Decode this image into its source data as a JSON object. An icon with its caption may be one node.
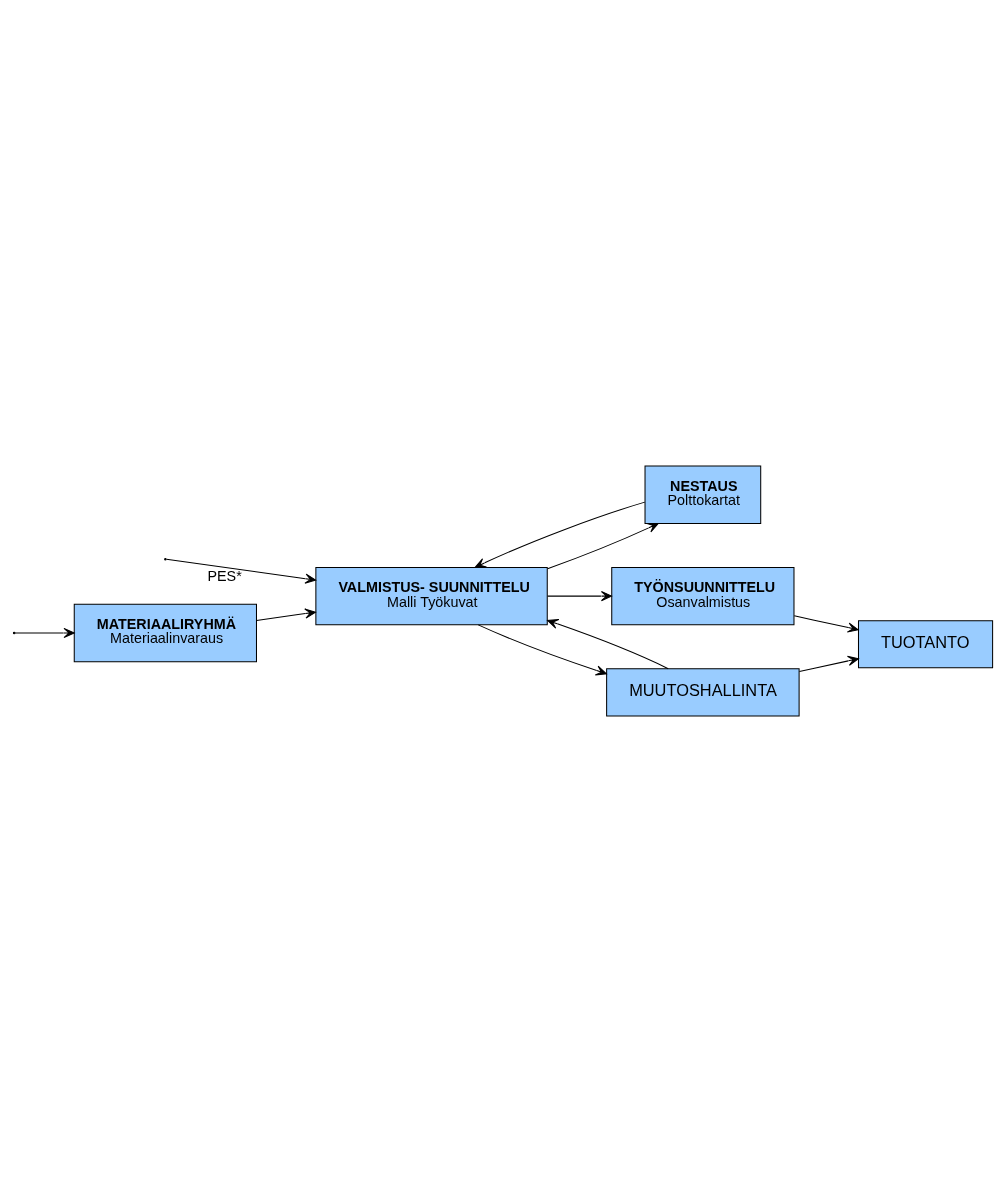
{
  "diagram": {
    "nodes": [
      {
        "text": [
          "MATERIAALIRYHMÄ",
          "Materiaalinvaraus"
        ]
      },
      {
        "text": [
          "NESTAUS",
          "Polttokartat"
        ]
      },
      {
        "text": [
          "VALMISTUS- SUUNNITTELU",
          "Malli Työkuvat"
        ]
      },
      {
        "text": [
          "TYÖNSUUNNITTELU",
          "Osanvalmistus"
        ]
      },
      {
        "text": [
          "TUOTANTO"
        ]
      },
      {
        "text": [
          "MUUTOSHALLINTA"
        ]
      }
    ],
    "edges": [
      {
        "from": null,
        "to": 0,
        "arrow": "to"
      },
      {
        "from": null,
        "to": 2,
        "arrow": "to",
        "label": "PES*"
      },
      {
        "from": 0,
        "to": 2,
        "arrow": "to"
      },
      {
        "from": 2,
        "to": 1,
        "arrow": "to"
      },
      {
        "from": 1,
        "to": 2,
        "arrow": "to"
      },
      {
        "from": 2,
        "to": 3,
        "arrow": "to"
      },
      {
        "from": 3,
        "to": 4,
        "arrow": "to"
      },
      {
        "from": 2,
        "to": 5,
        "arrow": "to"
      },
      {
        "from": 5,
        "to": 2,
        "arrow": "to"
      },
      {
        "from": 5,
        "to": 4,
        "arrow": "to"
      }
    ]
  }
}
